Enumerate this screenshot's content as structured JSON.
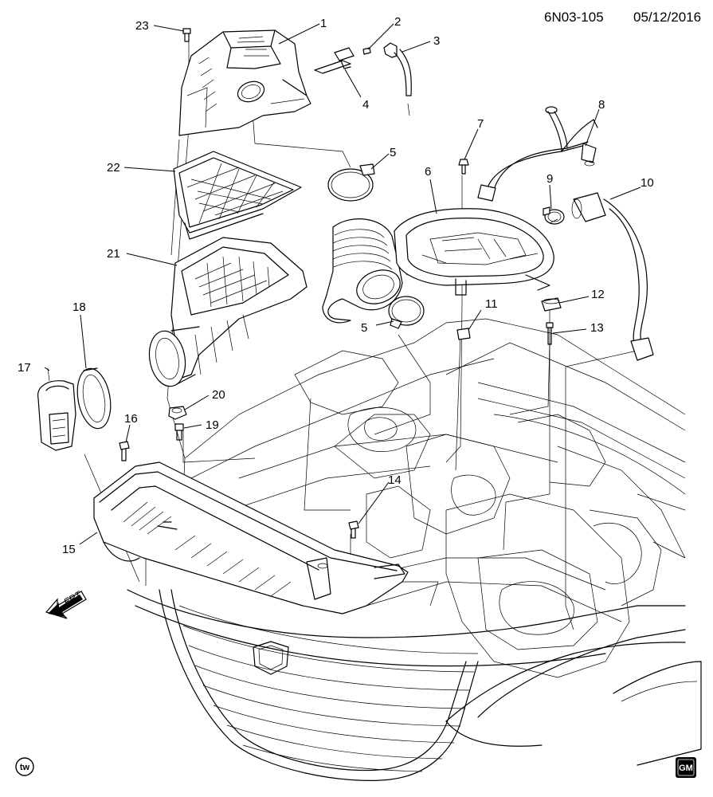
{
  "header": {
    "diagram_id": "6N03-105",
    "date": "05/12/2016"
  },
  "direction_marker": {
    "label": "FRT",
    "icon": "front-direction-arrow-icon"
  },
  "corner_marks": {
    "tw_label": "tw",
    "gm_label": "GM"
  },
  "callouts": [
    {
      "id": "1",
      "label": "1"
    },
    {
      "id": "2",
      "label": "2"
    },
    {
      "id": "3",
      "label": "3"
    },
    {
      "id": "4",
      "label": "4"
    },
    {
      "id": "5a",
      "label": "5"
    },
    {
      "id": "5b",
      "label": "5"
    },
    {
      "id": "6",
      "label": "6"
    },
    {
      "id": "7",
      "label": "7"
    },
    {
      "id": "8",
      "label": "8"
    },
    {
      "id": "9",
      "label": "9"
    },
    {
      "id": "10",
      "label": "10"
    },
    {
      "id": "11",
      "label": "11"
    },
    {
      "id": "12",
      "label": "12"
    },
    {
      "id": "13",
      "label": "13"
    },
    {
      "id": "14",
      "label": "14"
    },
    {
      "id": "15",
      "label": "15"
    },
    {
      "id": "16",
      "label": "16"
    },
    {
      "id": "17",
      "label": "17"
    },
    {
      "id": "18",
      "label": "18"
    },
    {
      "id": "19",
      "label": "19"
    },
    {
      "id": "20",
      "label": "20"
    },
    {
      "id": "21",
      "label": "21"
    },
    {
      "id": "22",
      "label": "22"
    },
    {
      "id": "23",
      "label": "23"
    }
  ]
}
